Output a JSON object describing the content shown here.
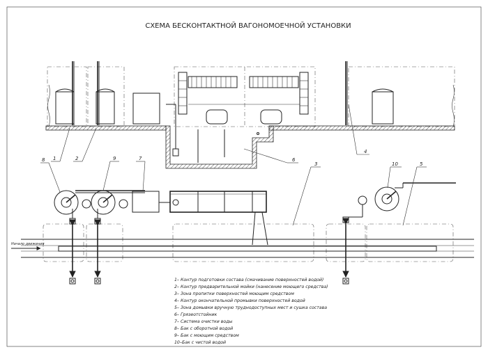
{
  "title": "СХЕМА БЕСКОНТАКТНОЙ ВАГОНОМОЕЧНОЙ УСТАНОВКИ",
  "direction_label": "Начало движения",
  "callouts": [
    "1",
    "2",
    "3",
    "4",
    "5",
    "6",
    "7",
    "8",
    "9",
    "10"
  ],
  "legend": [
    "1– Контур подготовки состава (смачивание поверхностей водой)",
    "2– Контур предварительной мойки (нанесение моющего средства)",
    "3– Зона пропитки поверхностей моющим средством",
    "4– Контур окончательной промывки поверхностей водой",
    "5– Зона домывки вручную труднодоступных мест и сушка состава",
    "6– Грязеотстойник",
    "7– Система очистки воды",
    "8– Бак с оборотной водой",
    "9– Бак с моющим средством",
    "10–Бак с чистой водой"
  ]
}
